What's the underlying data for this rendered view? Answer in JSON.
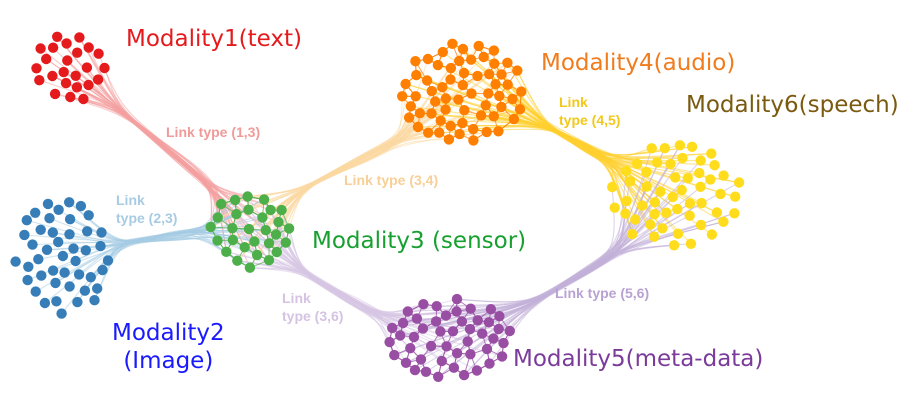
{
  "colors": {
    "mod1": "#e41a1c",
    "mod2": "#377eb8",
    "mod3": "#4daf4a",
    "mod4": "#ff7f00",
    "mod5": "#984ea3",
    "mod6": "#ffdd1c",
    "link13": "#f4a0a0",
    "link23": "#a6cce4",
    "link34": "#fcd9a3",
    "link45": "#ffd030",
    "link36": "#d7c6e4",
    "link56": "#c3b0d8"
  },
  "modalities": [
    {
      "id": "mod1",
      "label": "Modality1(text)",
      "color": "#e41a1c"
    },
    {
      "id": "mod2",
      "label_line1": "Modality2",
      "label_line2": "(Image)",
      "color": "#1a1aff"
    },
    {
      "id": "mod3",
      "label": "Modality3  (sensor)",
      "color": "#17a030"
    },
    {
      "id": "mod4",
      "label": "Modality4(audio)",
      "color": "#f07c1e"
    },
    {
      "id": "mod5",
      "label": "Modality5(meta-data)",
      "color": "#7a3b9a"
    },
    {
      "id": "mod6",
      "label": "Modality6(speech)",
      "color": "#7a5a10"
    }
  ],
  "links": [
    {
      "id": "l13",
      "line1": "Link type (1,3)",
      "color": "#f19a9a"
    },
    {
      "id": "l23",
      "line1": "Link",
      "line2": "type (2,3)",
      "color": "#a8cbe4"
    },
    {
      "id": "l34",
      "line1": "Link type (3,4)",
      "color": "#f8cf96"
    },
    {
      "id": "l45",
      "line1": "Link",
      "line2": "type (4,5)",
      "color": "#f2c81a"
    },
    {
      "id": "l36",
      "line1": "Link",
      "line2": "type (3,6)",
      "color": "#d5c3e3"
    },
    {
      "id": "l56",
      "line1": "Link type (5,6)",
      "color": "#b8a2d2"
    }
  ]
}
